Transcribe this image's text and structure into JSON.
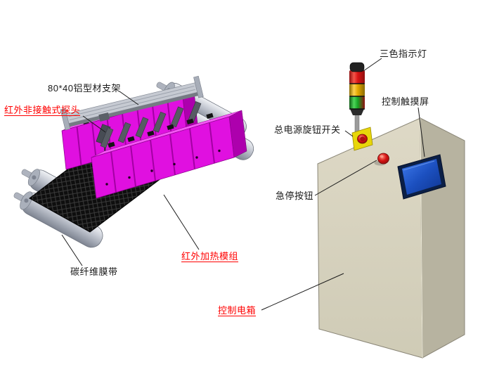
{
  "labels": {
    "bracket": {
      "text": "80*40铝型材支架",
      "color": "black"
    },
    "probe": {
      "text": "红外非接触式探头",
      "color": "red"
    },
    "heating_module": {
      "text": "红外加热模组",
      "color": "red"
    },
    "belt": {
      "text": "碳纤维膜带",
      "color": "black"
    },
    "stack_light": {
      "text": "三色指示灯",
      "color": "black"
    },
    "touchscreen": {
      "text": "控制触摸屏",
      "color": "black"
    },
    "power_switch": {
      "text": "总电源旋钮开关",
      "color": "black"
    },
    "estop": {
      "text": "急停按钮",
      "color": "black"
    },
    "control_box": {
      "text": "控制电箱",
      "color": "red"
    }
  },
  "colors": {
    "background": "#ffffff",
    "label_black": "#1a1a1a",
    "label_red": "#ff0000",
    "leader_line": "#1a1a1a",
    "heater_front": "#e010e0",
    "heater_top": "#f557f5",
    "heater_side": "#ad00ad",
    "heater_rib": "#a300a3",
    "belt_black": "#0e0e0e",
    "roller_light": "#eef0f4",
    "roller_dark": "#7e8491",
    "rail_gray": "#c6cad2",
    "cabinet_front": "#dad6c2",
    "cabinet_side": "#b7b3a0",
    "cabinet_edge": "#8a8677",
    "screen_blue": "#1c50c0",
    "screen_border": "#0b1f46",
    "switch_yellow": "#e8d60a",
    "button_red": "#d31212",
    "light_red": "#d91414",
    "light_yellow": "#e3a800",
    "light_green": "#17a424",
    "metal_dark": "#565b63"
  }
}
